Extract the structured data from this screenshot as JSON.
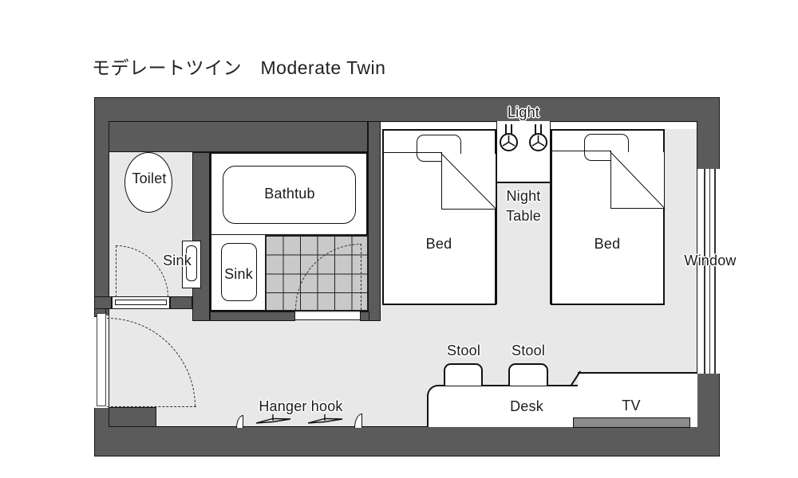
{
  "title": "モデレートツイン　Moderate Twin",
  "labels": {
    "light": "Light",
    "night_table": "Night Table",
    "bed_left": "Bed",
    "bed_right": "Bed",
    "window": "Window",
    "toilet": "Toilet",
    "bathtub": "Bathtub",
    "sink_toilet": "Sink",
    "sink_bath": "Sink",
    "stool_left": "Stool",
    "stool_right": "Stool",
    "desk": "Desk",
    "tv": "TV",
    "hanger_hook": "Hanger hook"
  },
  "colors": {
    "wall": "#5b5b5b",
    "floor": "#e8e8e8",
    "tile": "#c9c9c9",
    "tv": "#8c8c8c"
  }
}
